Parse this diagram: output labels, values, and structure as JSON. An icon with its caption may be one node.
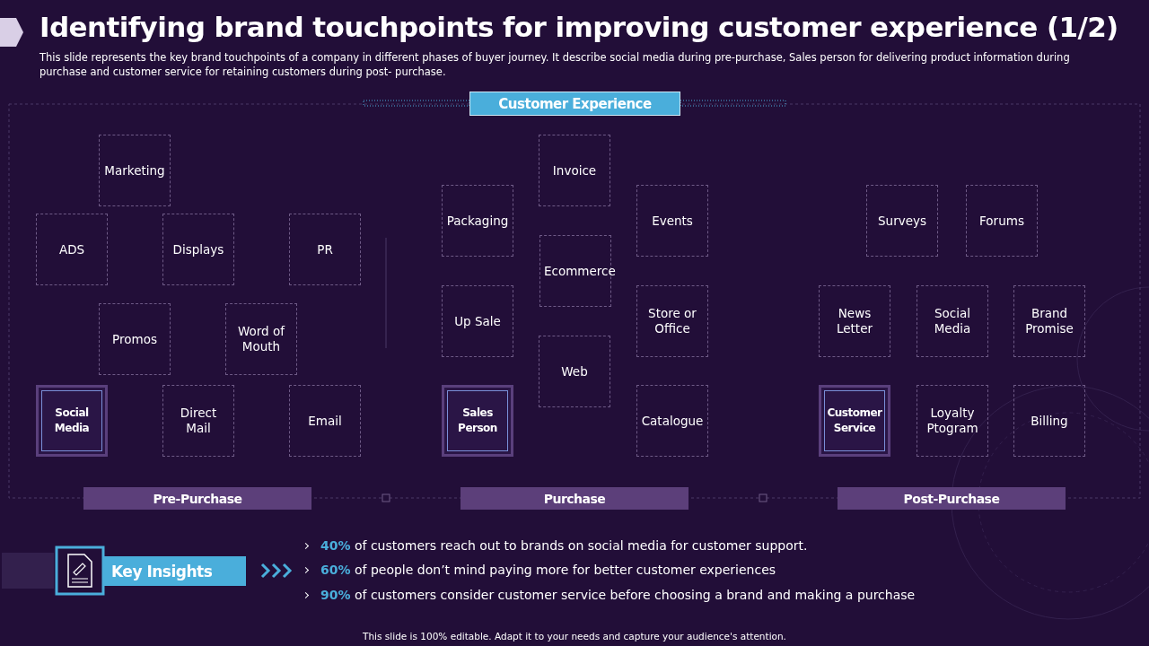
{
  "diagram": {
    "title": "Identifying brand touchpoints for improving customer experience (1/2)",
    "caption": "This slide represents the key brand touchpoints of a company in different phases of buyer journey. It describe social media during pre-purchase, Sales person for delivering  product information during purchase and customer service for retaining customers during post- purchase.",
    "nodes": [
      {
        "text": [
          "Customer Experience"
        ]
      },
      {
        "text": [
          "Marketing"
        ]
      },
      {
        "text": [
          "ADS"
        ]
      },
      {
        "text": [
          "Displays"
        ]
      },
      {
        "text": [
          "PR"
        ]
      },
      {
        "text": [
          "Promos"
        ]
      },
      {
        "text": [
          "Word of Mouth"
        ]
      },
      {
        "text": [
          "Social Media"
        ]
      },
      {
        "text": [
          "Direct Mail"
        ]
      },
      {
        "text": [
          "Email"
        ]
      },
      {
        "text": [
          "Invoice"
        ]
      },
      {
        "text": [
          "Packaging"
        ]
      },
      {
        "text": [
          "Events"
        ]
      },
      {
        "text": [
          "Ecommerce"
        ]
      },
      {
        "text": [
          "Up Sale"
        ]
      },
      {
        "text": [
          "Store or Office"
        ]
      },
      {
        "text": [
          "Web"
        ]
      },
      {
        "text": [
          "Sales Person"
        ]
      },
      {
        "text": [
          "Catalogue"
        ]
      },
      {
        "text": [
          "Surveys"
        ]
      },
      {
        "text": [
          "Forums"
        ]
      },
      {
        "text": [
          "News Letter"
        ]
      },
      {
        "text": [
          "Social Media"
        ]
      },
      {
        "text": [
          "Brand Promise"
        ]
      },
      {
        "text": [
          "Customer Service"
        ]
      },
      {
        "text": [
          "Loyalty Ptogram"
        ]
      },
      {
        "text": [
          "Billing"
        ]
      },
      {
        "text": [
          "Pre-Purchase"
        ]
      },
      {
        "text": [
          "Purchase"
        ]
      },
      {
        "text": [
          "Post-Purchase"
        ]
      },
      {
        "text": [
          "Key Insights"
        ]
      }
    ],
    "edges": [],
    "labels": [
      "**40%** of customers reach out to brands on social media for customer support.",
      "**60%** of people don’t mind paying more for better customer experiences",
      "**90%** of customers consider customer service before choosing a brand and making a purchase",
      "This slide is 100% editable. Adapt it to your needs and capture your audience's attention."
    ]
  }
}
